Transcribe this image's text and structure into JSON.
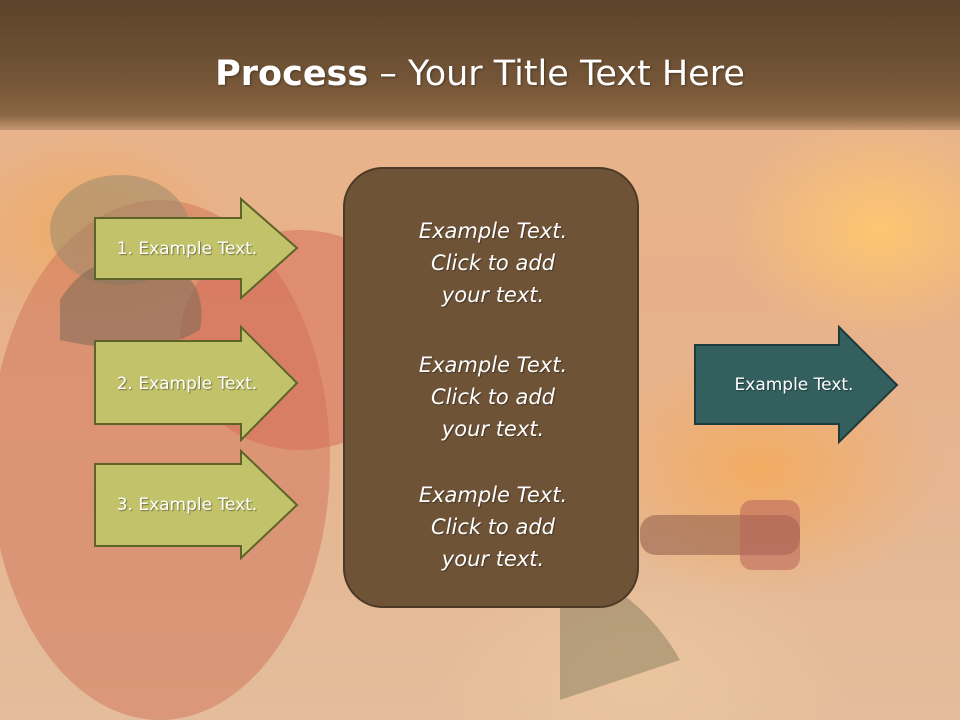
{
  "slide": {
    "title_bold": "Process",
    "title_rest": " – Your Title Text Here",
    "left_arrows": [
      {
        "label": "1. Example Text."
      },
      {
        "label": "2. Example Text."
      },
      {
        "label": "3. Example Text."
      }
    ],
    "center_blocks": [
      {
        "line1": "Example Text.",
        "line2": "Click  to add",
        "line3": "your text."
      },
      {
        "line1": "Example Text.",
        "line2": "Click  to add",
        "line3": "your text."
      },
      {
        "line1": "Example Text.",
        "line2": "Click  to add",
        "line3": "your text."
      }
    ],
    "right_arrow": {
      "label": "Example Text."
    }
  },
  "colors": {
    "left_arrow_fill": "#c2c26a",
    "left_arrow_stroke": "#5e6428",
    "center_box_fill": "#6e5337",
    "right_arrow_fill": "#33605f",
    "right_arrow_stroke": "#1d3b3a"
  }
}
